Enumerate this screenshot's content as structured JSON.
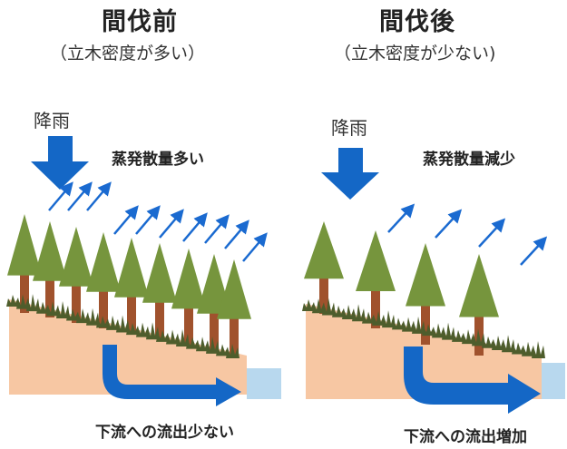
{
  "before": {
    "title": "間伐前",
    "subtitle": "（立木密度が多い）",
    "rain_label": "降雨",
    "evaporation_label": "蒸発散量多い",
    "outflow_label": "下流への流出少ない"
  },
  "after": {
    "title": "間伐後",
    "subtitle": "（立木密度が少ない)",
    "rain_label": "降雨",
    "evaporation_label": "蒸発散量減少",
    "outflow_label": "下流への流出増加"
  },
  "colors": {
    "soil": "#f7c7a3",
    "tree_crown": "#76953d",
    "tree_trunk": "#a0522d",
    "grass": "#4e5d2c",
    "rain_arrow": "#1467c6",
    "evaporation_arrow": "#1a6ad0",
    "water_pool": "#b8d8ee"
  },
  "icons": {
    "rain": "down-arrow-icon",
    "evaporation": "up-right-arrow-icon",
    "outflow": "bent-arrow-icon"
  }
}
